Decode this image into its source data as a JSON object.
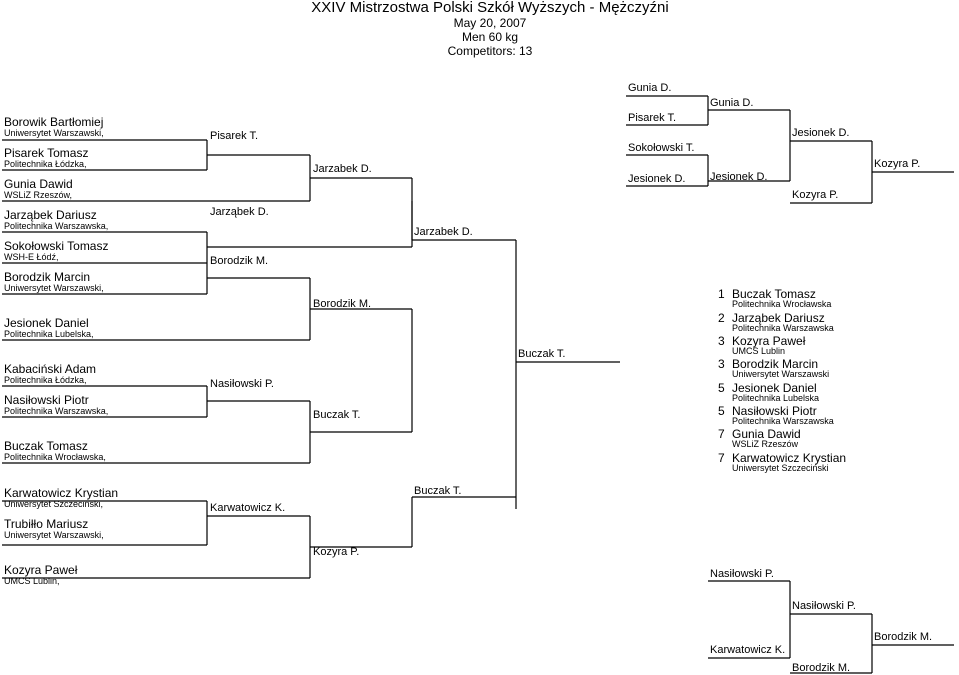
{
  "header": {
    "title": "XXIV Mistrzostwa Polski Szkół Wyższych - Mężczyźni",
    "date": "May 20, 2007",
    "category": "Men 60 kg",
    "competitors": "Competitors: 13"
  },
  "competitors": [
    {
      "name": "Borowik Bartłomiej",
      "club": "Uniwersytet Warszawski,"
    },
    {
      "name": "Pisarek Tomasz",
      "club": "Politechnika Łódzka,"
    },
    {
      "name": "Gunia Dawid",
      "club": "WSLiZ Rzeszów,"
    },
    {
      "name": "Jarząbek Dariusz",
      "club": "Politechnika Warszawska,"
    },
    {
      "name": "Sokołowski Tomasz",
      "club": "WSH-E Łódź,"
    },
    {
      "name": "Borodzik Marcin",
      "club": "Uniwersytet Warszawski,"
    },
    {
      "name": "Jesionek Daniel",
      "club": "Politechnika Lubelska,"
    },
    {
      "name": "Kabaciński Adam",
      "club": "Politechnika Łódzka,"
    },
    {
      "name": "Nasiłowski Piotr",
      "club": "Politechnika Warszawska,"
    },
    {
      "name": "Buczak Tomasz",
      "club": "Politechnika Wrocławska,"
    },
    {
      "name": "Karwatowicz Krystian",
      "club": "Uniwersytet Szczeciński,"
    },
    {
      "name": "Trubiłło Mariusz",
      "club": "Uniwersytet Warszawski,"
    },
    {
      "name": "Kozyra Paweł",
      "club": "UMCS Lublin,"
    }
  ],
  "winners": {
    "r1_a": "Pisarek T.",
    "r1_b": "Jarząbek D.",
    "r1_c": "Borodzik M.",
    "r1_d": "Nasiłowski P.",
    "r2_a": "Jarzabek D.",
    "r2_b": "Borodzik M.",
    "r2_c": "Buczak T.",
    "r3_a": "Jarzabek D.",
    "final": "Buczak T.",
    "pool_b_1": "Karwatowicz K.",
    "pool_b_2": "Kozyra P.",
    "pool_b_3": "Buczak T."
  },
  "repechage_top": {
    "e1": "Gunia D.",
    "e2": "Pisarek T.",
    "e3": "Sokołowski T.",
    "e4": "Jesionek D.",
    "w1": "Gunia D.",
    "w2": "Jesionek D.",
    "w3": "Jesionek D.",
    "w4": "Kozyra P.",
    "w5": "Kozyra P."
  },
  "repechage_bottom": {
    "e1": "Nasiłowski P.",
    "e2": "Karwatowicz K.",
    "w1": "Nasiłowski P.",
    "w2": "Borodzik M.",
    "w3": "Borodzik M."
  },
  "results": [
    {
      "rank": "1",
      "name": "Buczak Tomasz",
      "club": "Politechnika Wrocławska"
    },
    {
      "rank": "2",
      "name": "Jarząbek Dariusz",
      "club": "Politechnika Warszawska"
    },
    {
      "rank": "3",
      "name": "Kozyra Paweł",
      "club": "UMCS Lublin"
    },
    {
      "rank": "3",
      "name": "Borodzik Marcin",
      "club": "Uniwersytet Warszawski"
    },
    {
      "rank": "5",
      "name": "Jesionek Daniel",
      "club": "Politechnika Lubelska"
    },
    {
      "rank": "5",
      "name": "Nasiłowski Piotr",
      "club": "Politechnika Warszawska"
    },
    {
      "rank": "7",
      "name": "Gunia Dawid",
      "club": "WSLiZ Rzeszów"
    },
    {
      "rank": "7",
      "name": "Karwatowicz Krystian",
      "club": "Uniwersytet Szczeciński"
    }
  ]
}
